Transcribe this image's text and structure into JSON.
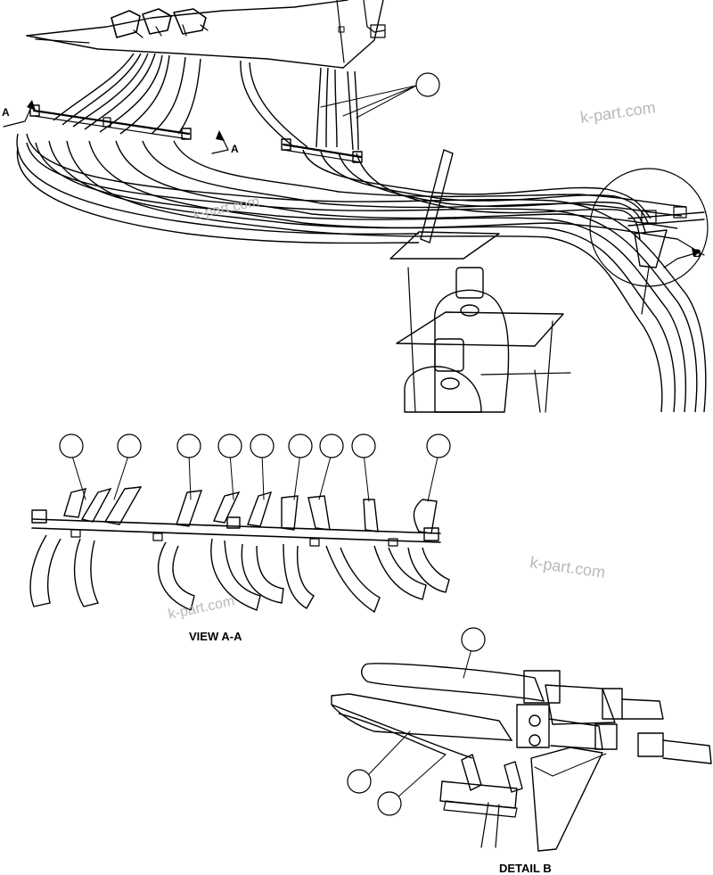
{
  "section_arrows": {
    "a_left": "A",
    "a_right": "A",
    "b": "B"
  },
  "captions": {
    "view_aa": "VIEW A-A",
    "detail_b": "DETAIL B"
  },
  "watermark": {
    "text": "k-part.com"
  }
}
